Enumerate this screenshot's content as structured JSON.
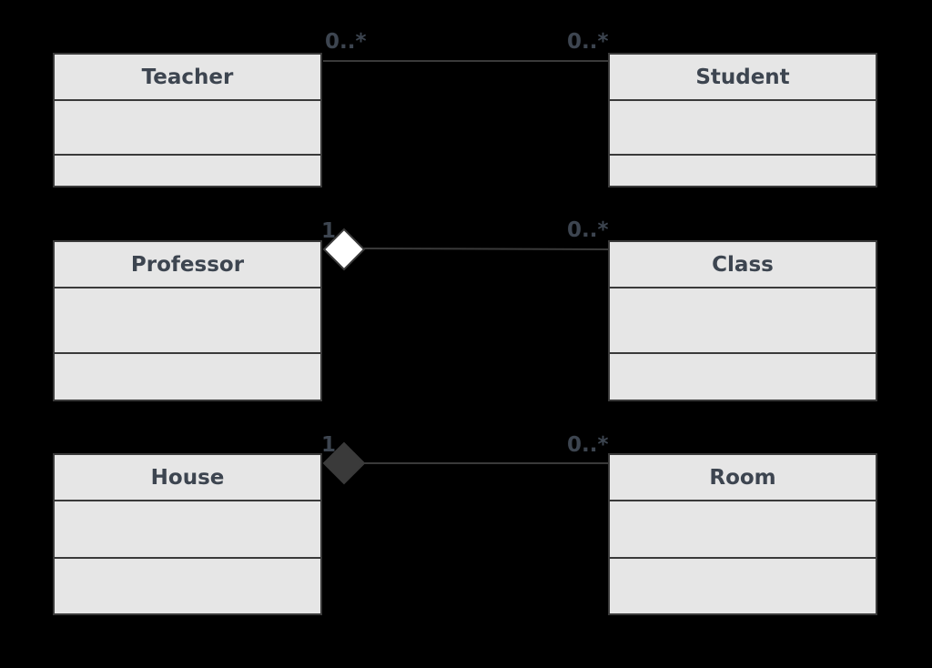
{
  "classes": {
    "teacher": {
      "name": "Teacher"
    },
    "student": {
      "name": "Student"
    },
    "professor": {
      "name": "Professor"
    },
    "class": {
      "name": "Class"
    },
    "house": {
      "name": "House"
    },
    "room": {
      "name": "Room"
    }
  },
  "associations": [
    {
      "from": "Teacher",
      "to": "Student",
      "kind": "association",
      "from_multiplicity": "0..*",
      "to_multiplicity": "0..*"
    },
    {
      "from": "Professor",
      "to": "Class",
      "kind": "aggregation",
      "from_multiplicity": "1",
      "to_multiplicity": "0..*"
    },
    {
      "from": "House",
      "to": "Room",
      "kind": "composition",
      "from_multiplicity": "1",
      "to_multiplicity": "0..*"
    }
  ],
  "colors": {
    "background": "#000000",
    "box_fill": "#e6e6e6",
    "box_border": "#3a3a3a",
    "text": "#3d4550",
    "aggregation_fill": "#ffffff",
    "composition_fill": "#3a3a3a"
  }
}
